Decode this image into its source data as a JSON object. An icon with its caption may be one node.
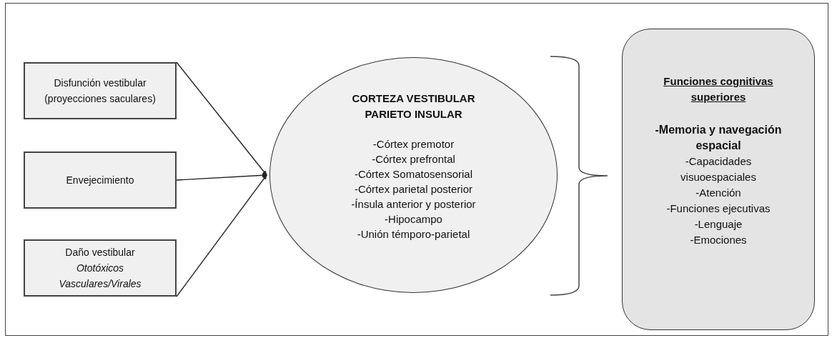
{
  "diagram": {
    "nodes": [
      {
        "text": [
          "Disfunción vestibular (proyecciones saculares)"
        ]
      },
      {
        "text": [
          "Envejecimiento"
        ]
      },
      {
        "text": [
          "Daño vestibular",
          "*Ototóxicos*",
          "*Vasculares/Virales*"
        ]
      },
      {
        "text": [
          "CORTEZA VESTIBULAR PARIETO INSULAR",
          "-Córtex premotor",
          "-Córtex prefrontal",
          "-Córtex Somatosensorial",
          "-Córtex parietal posterior",
          "-Ínsula anterior y posterior",
          "-Hipocampo",
          "-Unión témporo-parietal"
        ]
      },
      {
        "text": [
          "Funciones cognitivas superiores",
          "-Memoria y navegación espacial",
          "-Capacidades visuoespaciales",
          "-Atención",
          "-Funciones ejecutivas",
          "-Lenguaje",
          "-Emociones"
        ]
      }
    ],
    "edges": [
      {
        "from": 0,
        "to": 3,
        "arrow": "to"
      },
      {
        "from": 1,
        "to": 3,
        "arrow": "to"
      },
      {
        "from": 2,
        "to": 3,
        "arrow": "to"
      }
    ]
  }
}
